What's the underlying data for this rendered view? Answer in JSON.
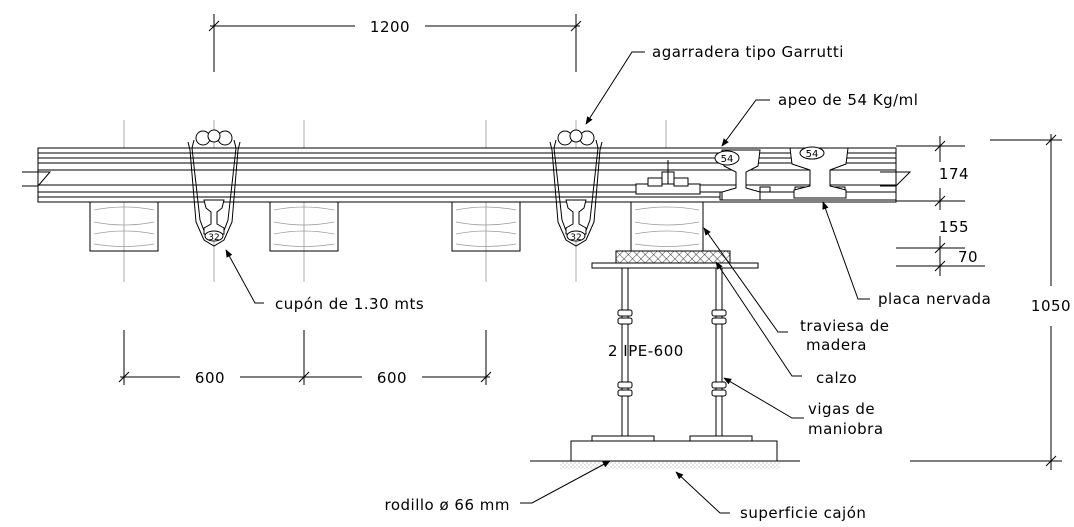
{
  "dimensions": {
    "top_span": "1200",
    "bottom_span_left": "600",
    "bottom_span_right": "600",
    "rail_height": "174",
    "plate_height": "155",
    "shim_height": "70",
    "total_height": "1050"
  },
  "rail_tags": {
    "rail_a": "54",
    "rail_b": "54",
    "clamp_left": "32",
    "clamp_right": "32"
  },
  "labels": {
    "clamp": "agarradera tipo Garrutti",
    "support_rail": "apeo de 54 Kg/ml",
    "coupon": "cupón de 1.30 mts",
    "ribbed_plate": "placa nervada",
    "sleeper_line1": "traviesa de",
    "sleeper_line2": "madera",
    "shim": "calzo",
    "beams_line1": "vigas de",
    "beams_line2": "maniobra",
    "roller": "rodillo ø 66 mm",
    "box_surface": "superficie cajón",
    "beam_section": "2 IPE-600"
  },
  "colors": {
    "line": "#000000",
    "center_line": "#999999",
    "wood_grain": "#9a9a9a"
  }
}
